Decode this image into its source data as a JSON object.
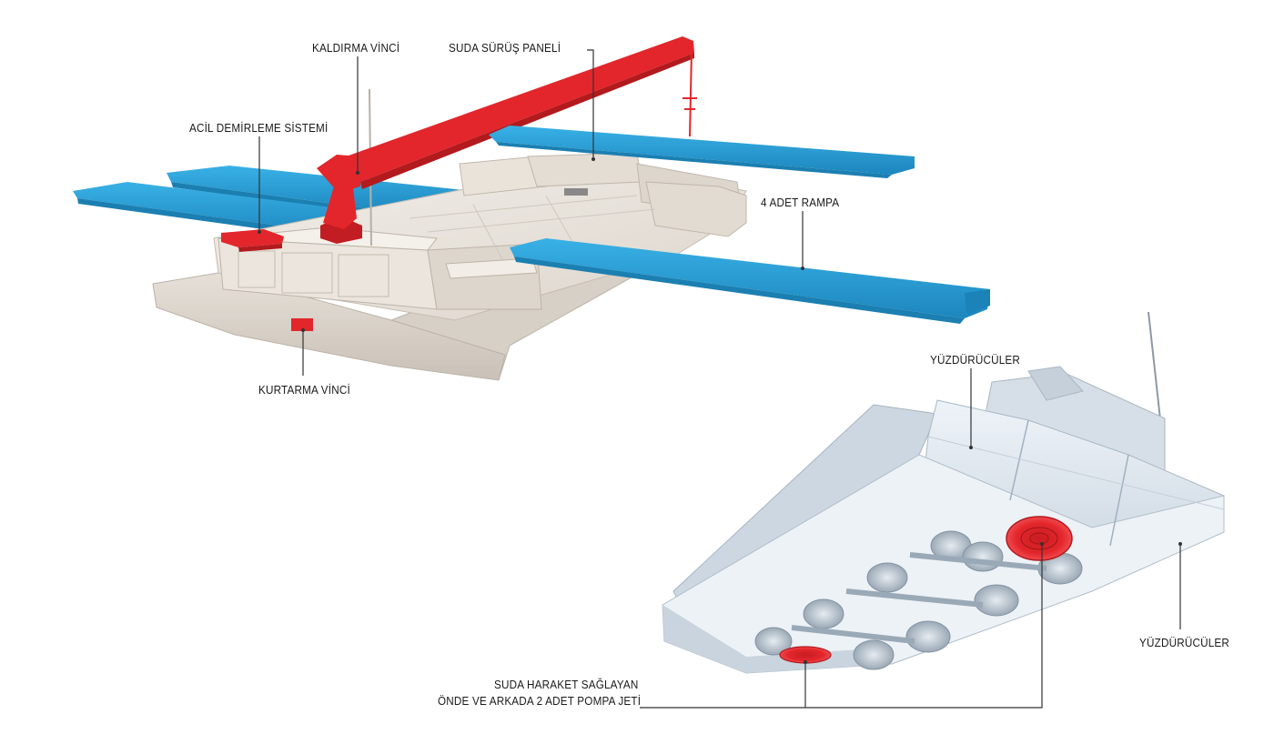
{
  "colors": {
    "background": "#ffffff",
    "hull": "#ebe6df",
    "hull_shadow": "#cfc8bf",
    "hull_dark": "#b8b0a6",
    "crane": "#e3262b",
    "ramp": "#2aa3dc",
    "ramp_dark": "#1b83b8",
    "float": "#dde6ee",
    "float_shadow": "#b9c6d2",
    "pump": "#e3262b",
    "leader_line": "#333333",
    "label_text": "#1a1a1a"
  },
  "labels": {
    "lifting_crane": "KALDIRMA VİNCİ",
    "water_drive_panel": "SUDA SÜRÜŞ PANELİ",
    "emergency_mooring": "ACİL DEMİRLEME SİSTEMİ",
    "four_ramps": "4 ADET RAMPA",
    "recovery_winch": "KURTARMA VİNCİ",
    "floats_top": "YÜZDÜRÜCÜLER",
    "floats_right": "YÜZDÜRÜCÜLER",
    "pump_jet_line1": "SUDA HARAKET SAĞLAYAN",
    "pump_jet_line2": "ÖNDE VE ARKADA 2 ADET POMPA JETİ"
  }
}
